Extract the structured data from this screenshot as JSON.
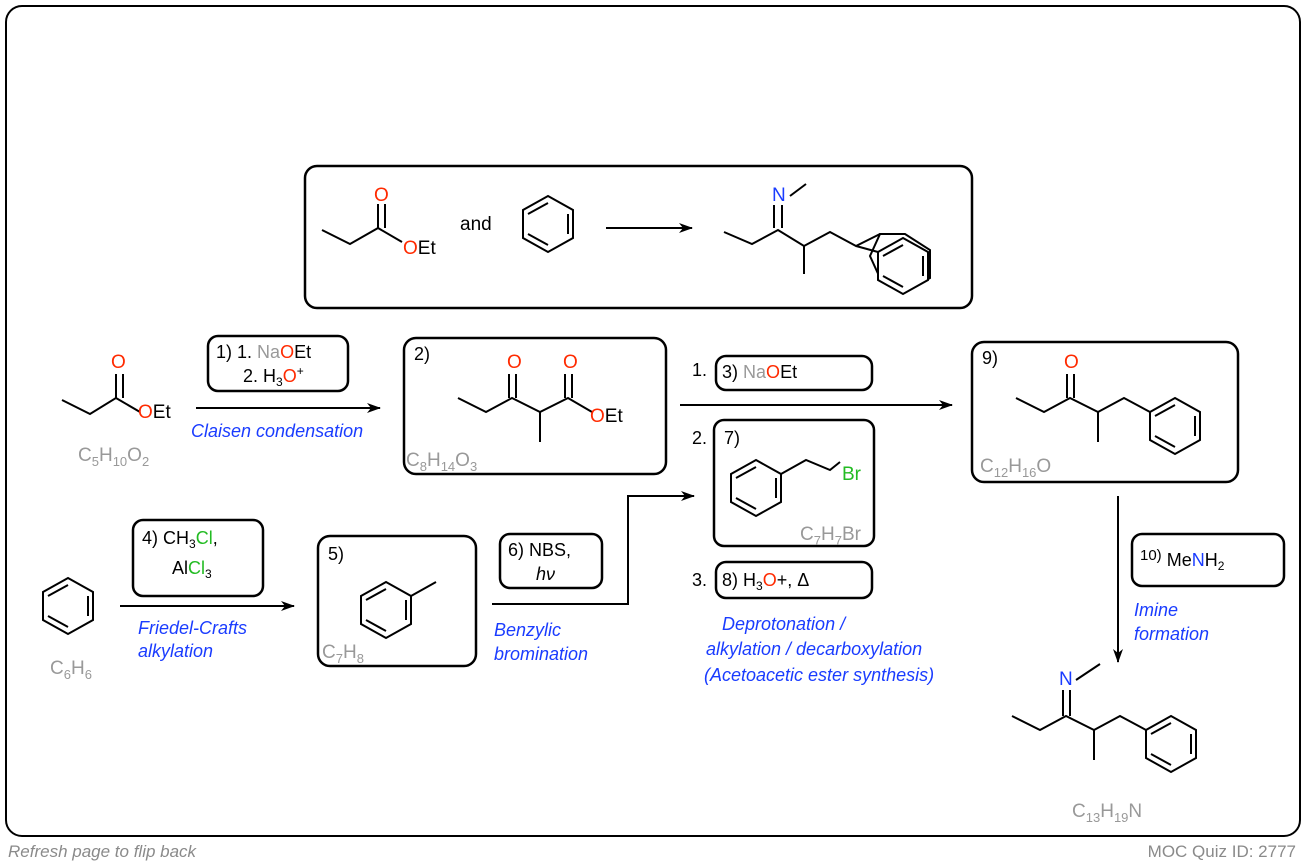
{
  "colors": {
    "oxygen": "#ff2a00",
    "nitrogen": "#1a3cff",
    "chlorine_bromine": "#22bb22",
    "reaction_name": "#1a3cff",
    "formula": "#999999",
    "bond": "#000000"
  },
  "summary": {
    "and": "and"
  },
  "formulas": {
    "ester": [
      "C",
      "5",
      "H",
      "10",
      "O",
      "2"
    ],
    "benzene": [
      "C",
      "6",
      "H",
      "6"
    ],
    "betaketo": [
      "C",
      "8",
      "H",
      "14",
      "O",
      "3"
    ],
    "toluene": [
      "C",
      "7",
      "H",
      "8"
    ],
    "benzylbromide": [
      "C",
      "7",
      "H",
      "7",
      "Br",
      ""
    ],
    "ketone": [
      "C",
      "12",
      "H",
      "16",
      "O",
      ""
    ],
    "imine": [
      "C",
      "13",
      "H",
      "19",
      "N",
      ""
    ]
  },
  "step_labels": {
    "s2": "2)",
    "s5": "5)",
    "s7": "7)",
    "s9": "9)"
  },
  "reagents": {
    "r1_num": "1) 1.",
    "r1_na": "Na",
    "r1_o": "O",
    "r1_et": "Et",
    "r1_line2": "2. H",
    "r1_sub": "3",
    "r1_o2": "O",
    "r1_plus": "+",
    "r3_prefix": "1.",
    "r3_num": "3)",
    "r3_na": "Na",
    "r3_o": "O",
    "r3_et": "Et",
    "r7_prefix": "2.",
    "r8_prefix": "3.",
    "r8_num": "8)",
    "r8_h": "H",
    "r8_sub": "3",
    "r8_o": "O",
    "r8_rest": "+, Δ",
    "r4_num": "4)",
    "r4_ch": "CH",
    "r4_sub": "3",
    "r4_cl": "Cl",
    "r4_comma": ",",
    "r4_al": "Al",
    "r4_cl2": "Cl",
    "r4_sub2": "3",
    "r6_line1": "6) NBS,",
    "r6_line2": "hν",
    "r10_num": "10)",
    "r10_me": "Me",
    "r10_n": "N",
    "r10_h": "H",
    "r10_sub": "2"
  },
  "reaction_names": {
    "claisen": "Claisen condensation",
    "friedel_1": "Friedel-Crafts",
    "friedel_2": "alkylation",
    "benzylic_1": "Benzylic",
    "benzylic_2": "bromination",
    "deprot_1": "Deprotonation /",
    "deprot_2": "alkylation / decarboxylation",
    "deprot_3": "(Acetoacetic ester synthesis)",
    "imine_1": "Imine",
    "imine_2": "formation"
  },
  "atoms": {
    "O": "O",
    "N": "N",
    "Br": "Br",
    "OEt_O": "O",
    "OEt_Et": "Et"
  },
  "footer": {
    "left": "Refresh page to flip back",
    "right": "MOC Quiz ID: 2777"
  }
}
